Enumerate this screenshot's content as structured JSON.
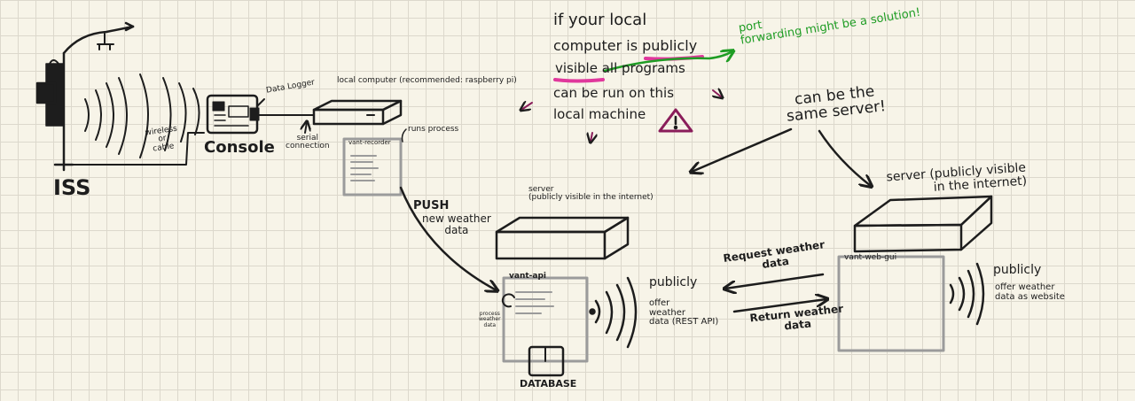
{
  "labels": {
    "iss": "ISS",
    "wireless": "wireless\nor\ncable",
    "console": "Console",
    "data_logger": "Data Logger",
    "serial": "serial\nconnection",
    "local_computer": "local computer (recommended: raspberry pi)",
    "runs_process": "runs process",
    "vant_recorder": "vant-recorder",
    "push": "PUSH",
    "push_desc": "new weather\ndata",
    "note_line1": "if your local",
    "note_line2": "computer is publicly",
    "note_line3": "visible all programs",
    "note_line4": "can be run on this",
    "note_line5": "local machine",
    "port_forwarding": "port\nforwarding might be a solution!",
    "same_server": "can be the\nsame server!",
    "server1": "server\n(publicly visible in the internet)",
    "server2": "server (publicly visible\nin the internet)",
    "vant_api": "vant-api",
    "process_data": "process\nweather\ndata",
    "database": "DATABASE",
    "publicly_api": "publicly",
    "api_desc": "offer\nweather\ndata (REST API)",
    "request": "Request weather\ndata",
    "return": "Return weather\ndata",
    "vant_web_gui": "vant-web-gui",
    "publicly_web": "publicly",
    "web_desc": "offer weather\ndata as website"
  },
  "colors": {
    "ink": "#1d1d1d",
    "highlight": "#e0389c",
    "note_arrow": "#8a1d5a",
    "green": "#1f9d24",
    "box_gray": "#9b9b9b"
  }
}
